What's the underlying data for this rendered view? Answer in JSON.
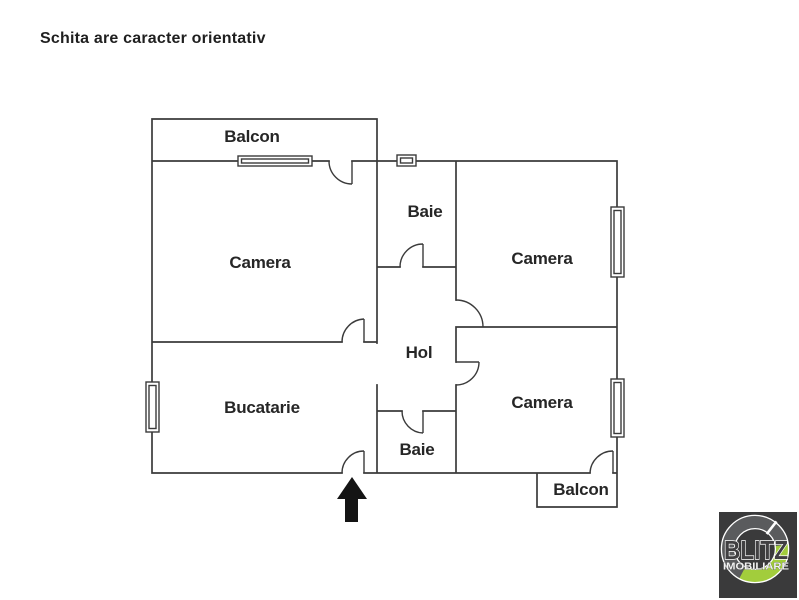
{
  "disclaimer": "Schita are caracter orientativ",
  "floorplan": {
    "rooms": {
      "balcon_top": "Balcon",
      "camera_top_left": "Camera",
      "baie_top": "Baie",
      "camera_top_right": "Camera",
      "hol": "Hol",
      "bucatarie": "Bucatarie",
      "baie_bottom": "Baie",
      "camera_bottom_right": "Camera",
      "balcon_bottom": "Balcon"
    },
    "colors": {
      "wall": "#3b3b3b",
      "label_text": "#262626",
      "background": "#ffffff",
      "entrance_arrow": "#141414"
    }
  },
  "logo": {
    "brand": "BLITZ",
    "subtitle": "IMOBILIARE",
    "colors": {
      "background": "#3a3a3b",
      "ring": "#5a5b5d",
      "accent_green": "#a2cd3c",
      "brand_fill": "#414042",
      "outline": "#ffffff"
    }
  }
}
